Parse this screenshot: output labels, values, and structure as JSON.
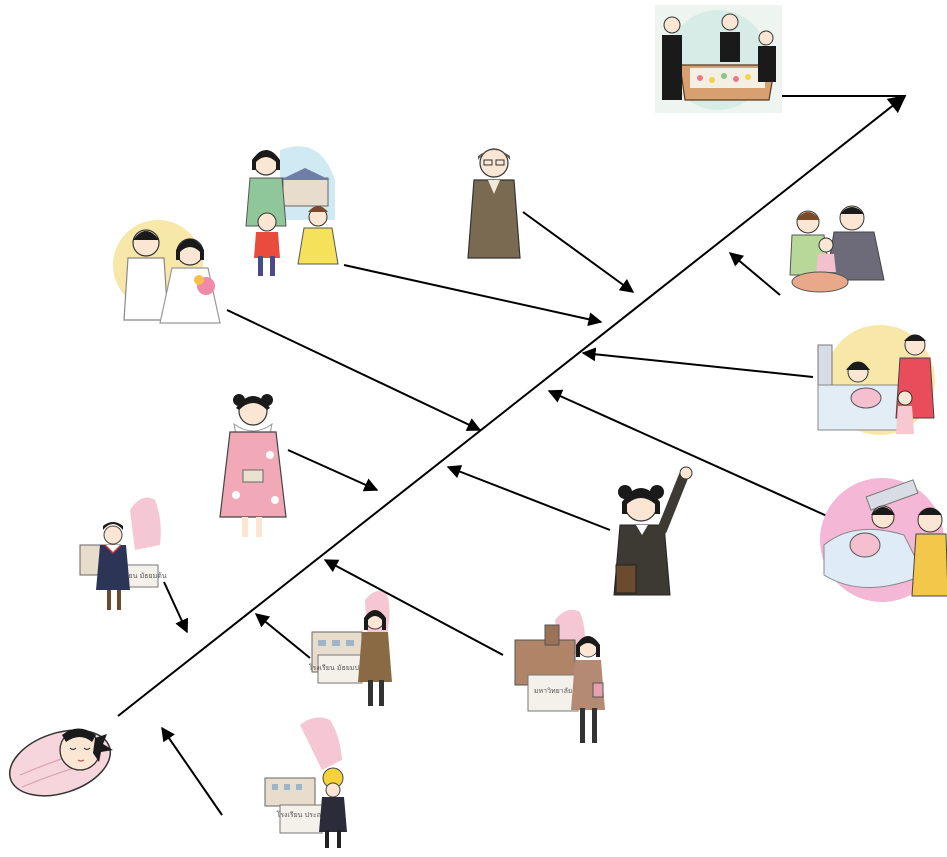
{
  "diagram": {
    "type": "fishbone-life-timeline",
    "stages": [
      {
        "id": "newborn-baby"
      },
      {
        "id": "primary-school",
        "sign": "โรงเรียน ประถม"
      },
      {
        "id": "middle-school",
        "sign": "โรงเรียน มัธยมต้น"
      },
      {
        "id": "high-school",
        "sign": "โรงเรียน มัธยมปลาย"
      },
      {
        "id": "coming-of-age-kimono"
      },
      {
        "id": "university",
        "sign": "มหาวิทยาลัย"
      },
      {
        "id": "starting-work"
      },
      {
        "id": "wedding"
      },
      {
        "id": "first-child-birth"
      },
      {
        "id": "second-child-birth"
      },
      {
        "id": "raising-children"
      },
      {
        "id": "grandchildren"
      },
      {
        "id": "old-age"
      },
      {
        "id": "funeral"
      }
    ]
  }
}
